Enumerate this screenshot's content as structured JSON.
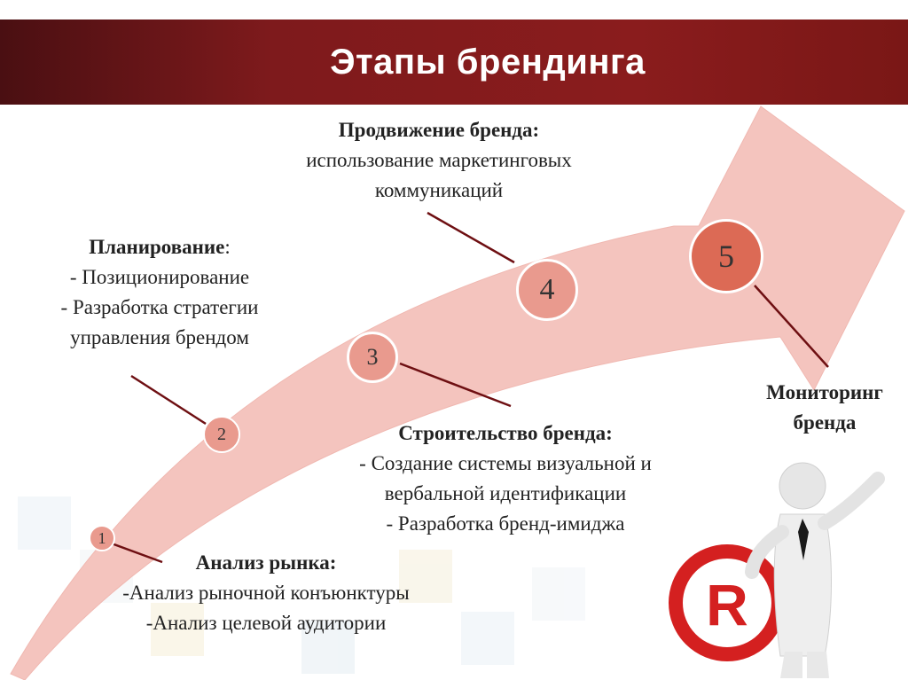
{
  "slide": {
    "title": "Этапы брендинга"
  },
  "stages": {
    "s1": {
      "number": "1",
      "title": "Анализ рынка:",
      "lines": [
        "-Анализ рыночной конъюнктуры",
        "-Анализ целевой аудитории"
      ]
    },
    "s2": {
      "number": "2",
      "title": "Планирование",
      "title_suffix": ":",
      "lines": [
        "- Позиционирование",
        "- Разработка стратегии",
        "управления брендом"
      ]
    },
    "s3": {
      "number": "3",
      "title": "Строительство бренда:",
      "lines": [
        "- Создание системы визуальной и",
        "вербальной идентификации",
        "- Разработка бренд-имиджа"
      ]
    },
    "s4": {
      "number": "4",
      "title": "Продвижение бренда:",
      "lines": [
        "использование маркетинговых",
        "коммуникаций"
      ]
    },
    "s5": {
      "number": "5",
      "title_lines": [
        "Мониторинг",
        "бренда"
      ]
    }
  },
  "colors": {
    "header": "#7e1a1c",
    "arrow": "#f4c4be",
    "circle_fill": "#e99a8e",
    "circle_fill_5": "#dc6a55",
    "connector": "#6e0f12",
    "logo_red": "#d42020"
  },
  "icons": {
    "figure": "registered-trademark-figure-icon"
  }
}
